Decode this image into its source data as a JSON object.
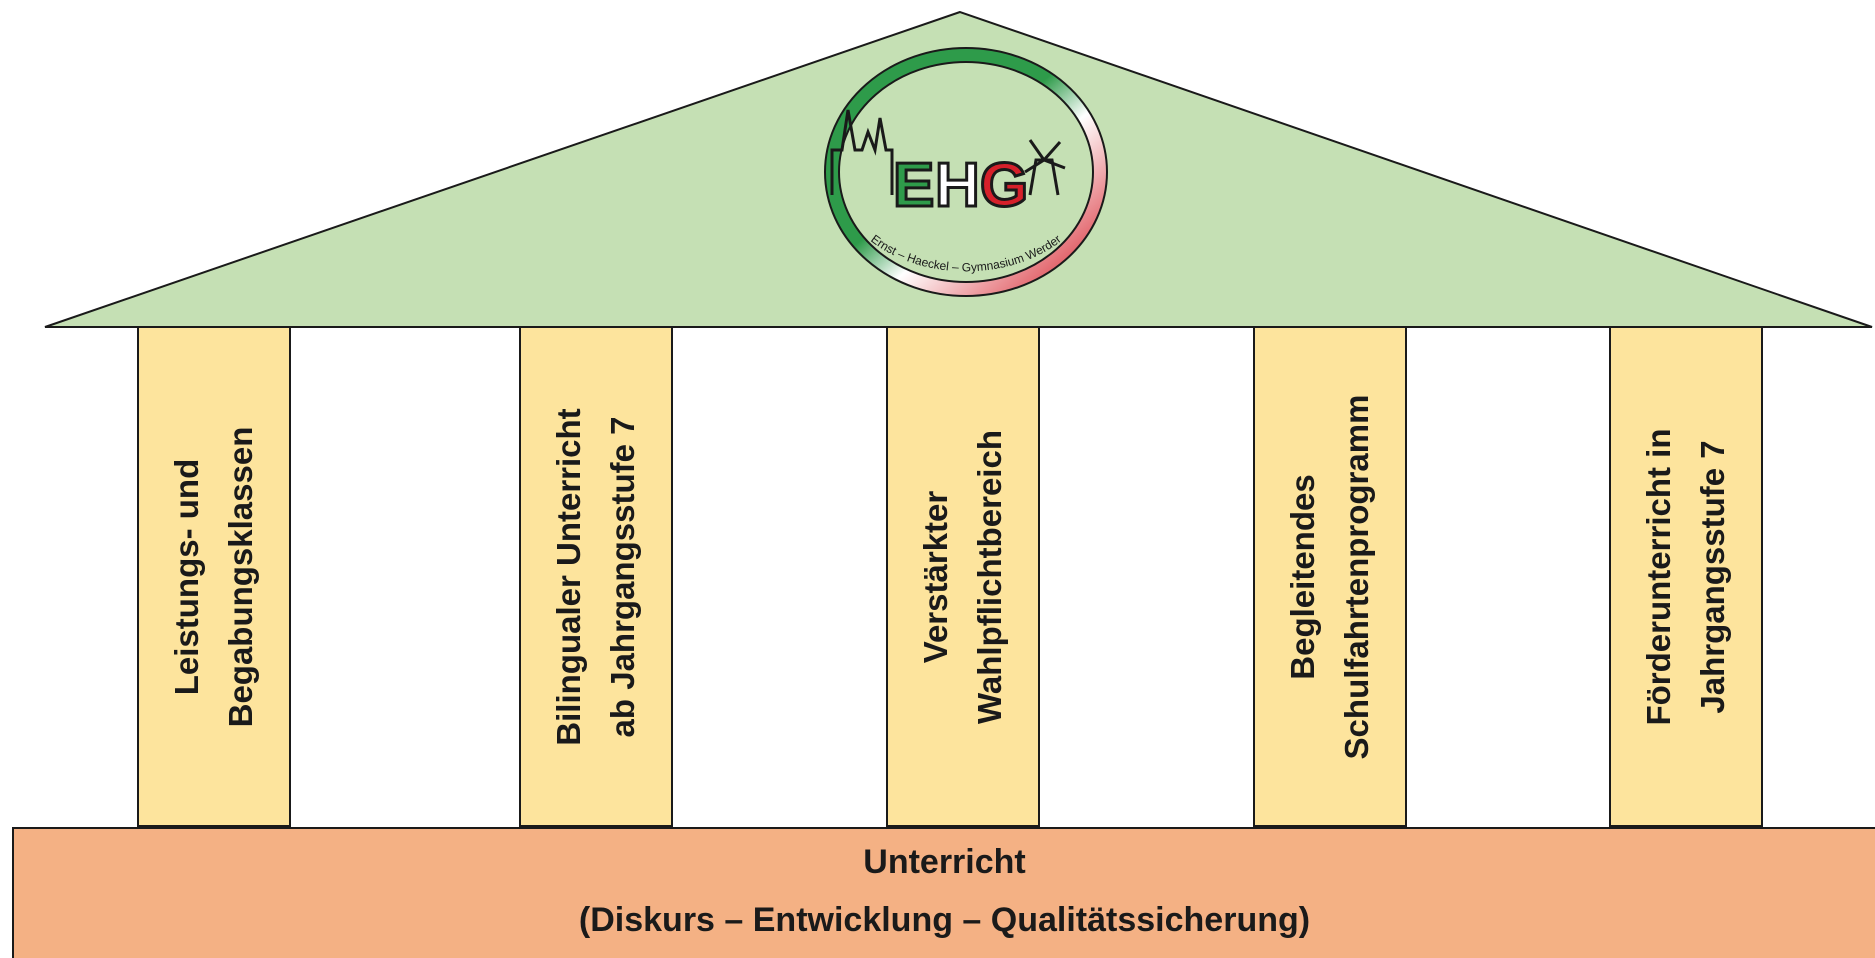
{
  "roof": {
    "color": "#c5e0b4",
    "logo": {
      "name": "ehg-school-logo",
      "letters": "EHG",
      "ring_text": "Ernst – Haeckel – Gymnasium Werder",
      "colors": {
        "green": "#2e9b4a",
        "red": "#d6202a",
        "white": "#ffffff"
      }
    }
  },
  "pillars": [
    {
      "line1": "Leistungs- und",
      "line2": "Begabungsklassen"
    },
    {
      "line1": "Bilingualer Unterricht",
      "line2": "ab Jahrgangsstufe 7"
    },
    {
      "line1": "Verstärkter",
      "line2": "Wahlpflichtbereich"
    },
    {
      "line1": "Begleitendes",
      "line2": "Schulfahrtenprogramm"
    },
    {
      "line1": "Förderunterricht in",
      "line2": "Jahrgangsstufe 7"
    }
  ],
  "pillar_color": "#fde49d",
  "foundation": {
    "color": "#f4b184",
    "line1": "Unterricht",
    "line2": "(Diskurs – Entwicklung – Qualitätssicherung)"
  }
}
